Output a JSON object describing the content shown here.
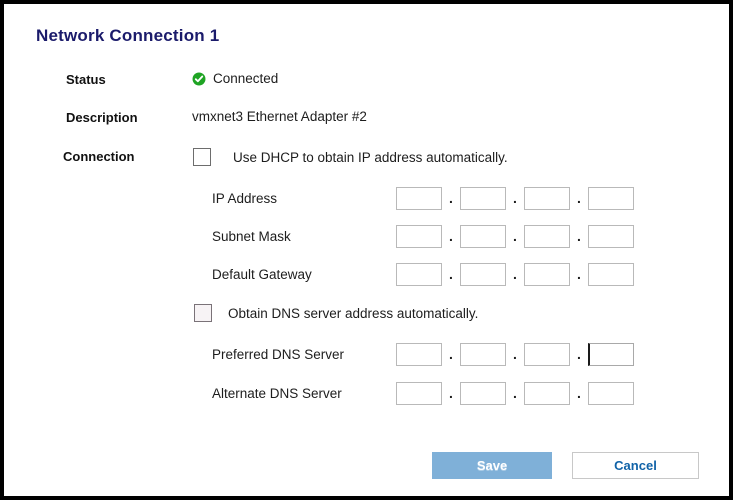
{
  "window": {
    "title": "Network Connection 1",
    "border_color": "#000000",
    "background": "#ffffff"
  },
  "theme": {
    "title_color": "#1b1b6b",
    "label_color": "#111111",
    "text_color": "#1d1d1d",
    "status_ok_color": "#1fa424",
    "input_border": "#b9b9b9",
    "save_bg": "#7fb0d8",
    "save_text": "#ffffff",
    "cancel_text": "#1163a8",
    "cancel_border": "#c8c8c8"
  },
  "fields": {
    "status": {
      "label": "Status",
      "icon": "check-circle-icon",
      "value": "Connected"
    },
    "description": {
      "label": "Description",
      "value": "vmxnet3 Ethernet Adapter #2"
    },
    "connection": {
      "label": "Connection"
    }
  },
  "checkboxes": {
    "dhcp": {
      "label": "Use DHCP to obtain IP address automatically.",
      "checked": false,
      "state": "unchecked"
    },
    "dns_auto": {
      "label": "Obtain DNS server address automatically.",
      "checked": false,
      "state": "unchecked"
    }
  },
  "ip_rows": [
    {
      "key": "ip_address",
      "label": "IP Address",
      "octets": [
        "",
        "",
        "",
        ""
      ],
      "separators": [
        ".",
        ".",
        "."
      ],
      "focused_octet": null
    },
    {
      "key": "subnet_mask",
      "label": "Subnet Mask",
      "octets": [
        "",
        "",
        "",
        ""
      ],
      "separators": [
        ".",
        ".",
        "."
      ],
      "focused_octet": null
    },
    {
      "key": "default_gateway",
      "label": "Default Gateway",
      "octets": [
        "",
        "",
        "",
        ""
      ],
      "separators": [
        ".",
        ".",
        "."
      ],
      "focused_octet": null
    },
    {
      "key": "preferred_dns",
      "label": "Preferred DNS Server",
      "octets": [
        "",
        "",
        "",
        ""
      ],
      "separators": [
        ".",
        ".",
        "."
      ],
      "focused_octet": 3
    },
    {
      "key": "alternate_dns",
      "label": "Alternate DNS Server",
      "octets": [
        "",
        "",
        "",
        ""
      ],
      "separators": [
        ".",
        ".",
        "."
      ],
      "focused_octet": null
    }
  ],
  "buttons": {
    "save": {
      "label": "Save",
      "enabled": false
    },
    "cancel": {
      "label": "Cancel",
      "enabled": true
    }
  }
}
